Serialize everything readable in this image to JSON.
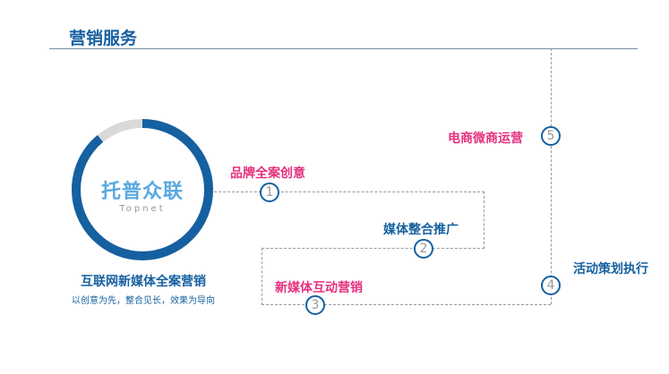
{
  "header": {
    "title": "营销服务"
  },
  "center": {
    "logo_cn": "托普众联",
    "logo_en": "Topnet",
    "caption": "互联网新媒体全案营销",
    "subtitle": "以创意为先，整合见长，效果为导向",
    "ring_fill_fraction": 0.89,
    "ring_color": "#1560a0",
    "ring_rest_color": "#d9d9d9"
  },
  "steps": [
    {
      "num": "1",
      "label": "品牌全案创意"
    },
    {
      "num": "2",
      "label": "媒体整合推广"
    },
    {
      "num": "3",
      "label": "新媒体互动营销"
    },
    {
      "num": "4",
      "label": "活动策划执行"
    },
    {
      "num": "5",
      "label": "电商微商运营"
    }
  ]
}
